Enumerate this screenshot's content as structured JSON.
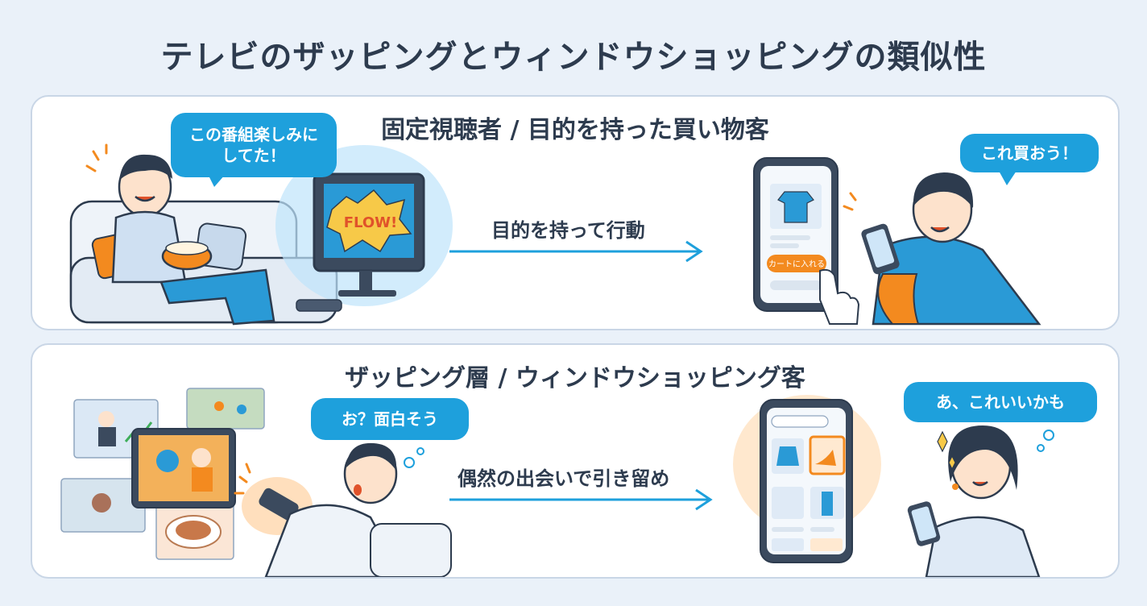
{
  "title": "テレビのザッピングとウィンドウショッピングの類似性",
  "top_panel": {
    "heading": "固定視聴者 / 目的を持った買い物客",
    "viewer_speech": "この番組楽しみにしてた！",
    "tv_screen_text": "FLOW!",
    "arrow_label": "目的を持って行動",
    "phone_button": "カートに入れる",
    "shopper_speech": "これ買おう！"
  },
  "bottom_panel": {
    "heading": "ザッピング層 / ウィンドウショッピング客",
    "viewer_speech": "お？面白そう",
    "arrow_label": "偶然の出会いで引き留め",
    "shopper_speech": "あ、これいいかも"
  },
  "colors": {
    "accent_blue": "#1ea0dc",
    "accent_orange": "#f38a1f",
    "panel_border": "#c9d6e6",
    "background": "#eaf1f9"
  }
}
